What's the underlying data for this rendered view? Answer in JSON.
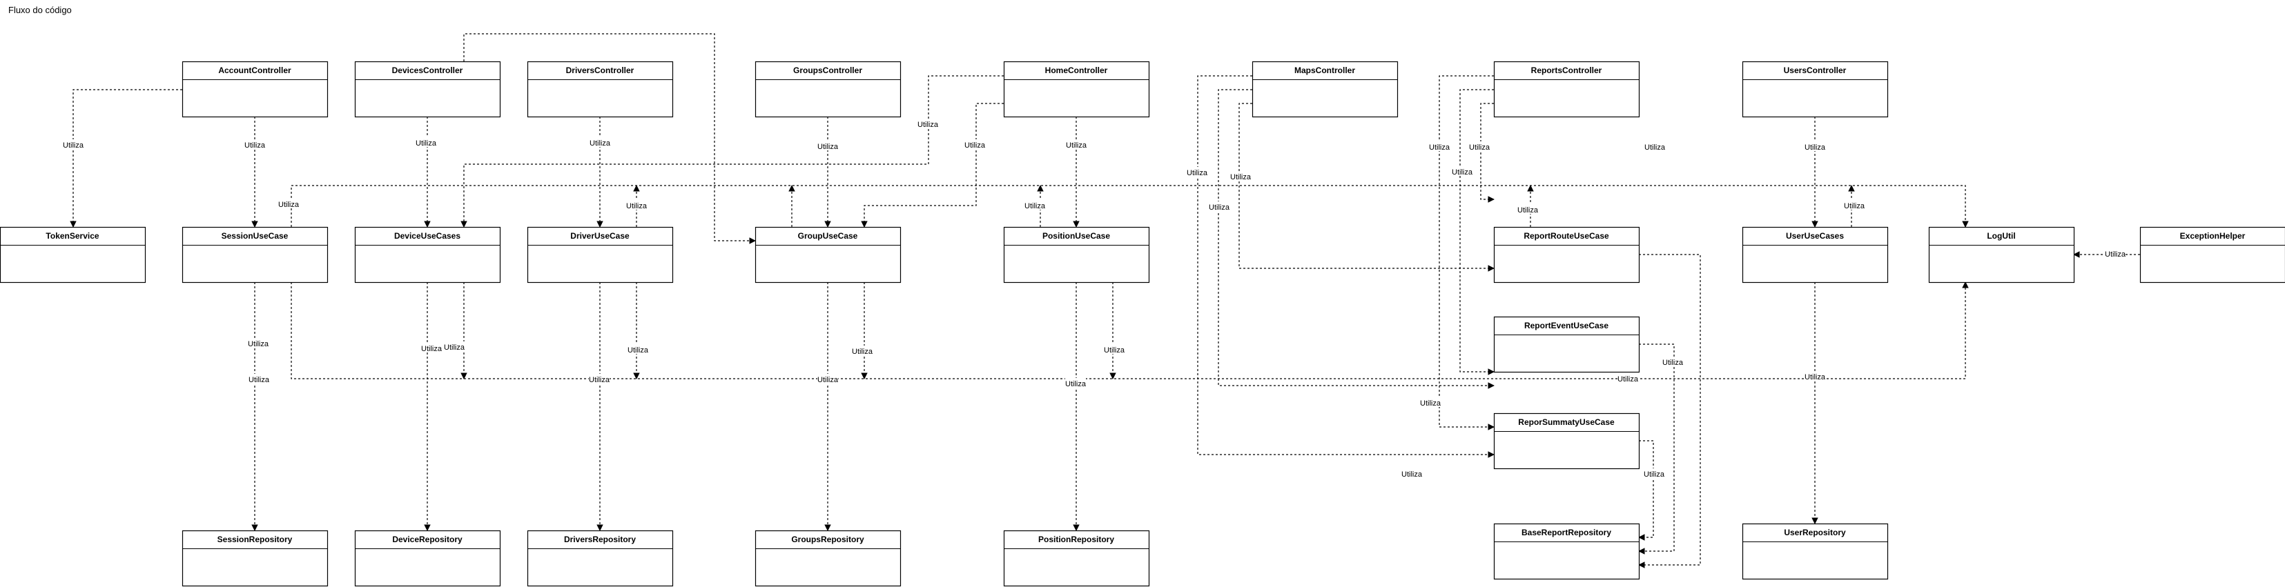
{
  "title": "Fluxo do código",
  "edge_label": "Utiliza",
  "boxes": [
    {
      "id": "AccountController",
      "label": "AccountController"
    },
    {
      "id": "DevicesController",
      "label": "DevicesController"
    },
    {
      "id": "DriversController",
      "label": "DriversController"
    },
    {
      "id": "GroupsController",
      "label": "GroupsController"
    },
    {
      "id": "HomeController",
      "label": "HomeController"
    },
    {
      "id": "MapsController",
      "label": "MapsController"
    },
    {
      "id": "ReportsController",
      "label": "ReportsController"
    },
    {
      "id": "UsersController",
      "label": "UsersController"
    },
    {
      "id": "TokenService",
      "label": "TokenService"
    },
    {
      "id": "SessionUseCase",
      "label": "SessionUseCase"
    },
    {
      "id": "DeviceUseCases",
      "label": "DeviceUseCases"
    },
    {
      "id": "DriverUseCase",
      "label": "DriverUseCase"
    },
    {
      "id": "GroupUseCase",
      "label": "GroupUseCase"
    },
    {
      "id": "PositionUseCase",
      "label": "PositionUseCase"
    },
    {
      "id": "ReportRouteUseCase",
      "label": "ReportRouteUseCase"
    },
    {
      "id": "UserUseCases",
      "label": "UserUseCases"
    },
    {
      "id": "LogUtil",
      "label": "LogUtil"
    },
    {
      "id": "ExceptionHelper",
      "label": "ExceptionHelper"
    },
    {
      "id": "ReportEventUseCase",
      "label": "ReportEventUseCase"
    },
    {
      "id": "ReporSummatyUseCase",
      "label": "ReporSummatyUseCase"
    },
    {
      "id": "SessionRepository",
      "label": "SessionRepository"
    },
    {
      "id": "DeviceRepository",
      "label": "DeviceRepository"
    },
    {
      "id": "DriversRepository",
      "label": "DriversRepository"
    },
    {
      "id": "GroupsRepository",
      "label": "GroupsRepository"
    },
    {
      "id": "PositionRepository",
      "label": "PositionRepository"
    },
    {
      "id": "BaseReportRepository",
      "label": "BaseReportRepository"
    },
    {
      "id": "UserRepository",
      "label": "UserRepository"
    }
  ]
}
